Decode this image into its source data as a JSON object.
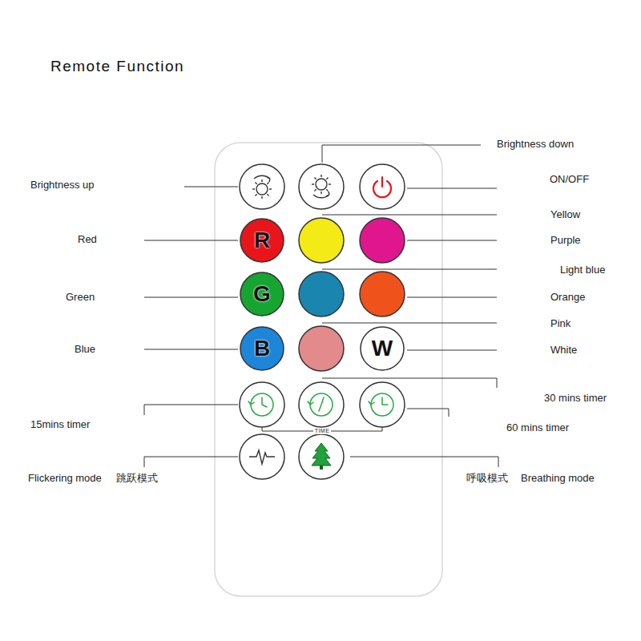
{
  "diagram": {
    "title": "Remote Function",
    "nodes": [
      {
        "text": [
          "R"
        ]
      },
      {
        "text": [
          "G"
        ]
      },
      {
        "text": [
          "B"
        ]
      },
      {
        "text": [
          "W"
        ]
      }
    ],
    "labels": [
      "Brightness down",
      "Brightness up",
      "ON/OFF",
      "Yellow",
      "Red",
      "Purple",
      "Light blue",
      "Green",
      "Orange",
      "Pink",
      "Blue",
      "White",
      "30 mins timer",
      "15mins timer",
      "60 mins timer",
      "TIME",
      "Flickering mode",
      "跳跃模式",
      "呼吸模式",
      "Breathing mode"
    ]
  }
}
